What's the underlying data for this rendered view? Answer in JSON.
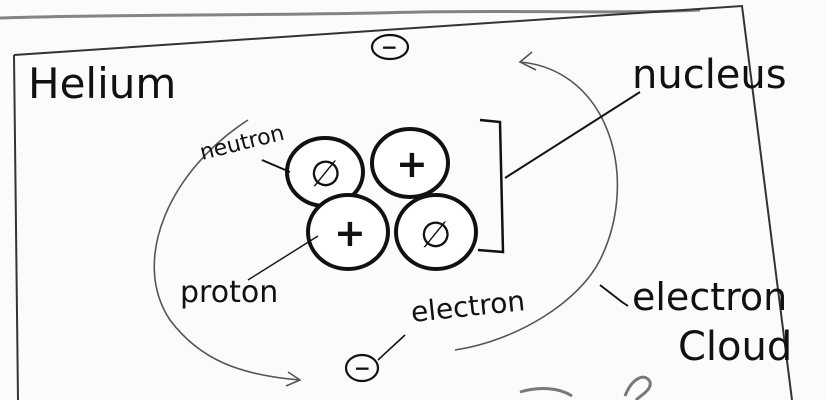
{
  "diagram": {
    "title": "Helium",
    "labels": {
      "nucleus": "nucleus",
      "neutron": "neutron",
      "proton": "proton",
      "electron": "electron",
      "electron_cloud_line1": "electron",
      "electron_cloud_line2": "Cloud"
    },
    "particles": [
      {
        "name": "neutron-top-left",
        "symbol": "∅"
      },
      {
        "name": "proton-top-right",
        "symbol": "+"
      },
      {
        "name": "proton-bottom-left",
        "symbol": "+"
      },
      {
        "name": "neutron-bottom-right",
        "symbol": "∅"
      }
    ],
    "electrons": [
      {
        "name": "electron-top",
        "symbol": "−"
      },
      {
        "name": "electron-bottom",
        "symbol": "−"
      }
    ]
  }
}
